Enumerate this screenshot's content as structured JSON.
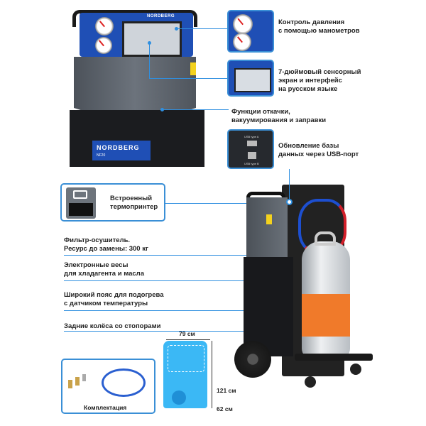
{
  "brand": "NORDBERG",
  "model_badge": "NF20",
  "features": {
    "pressure": {
      "line1": "Контроль давления",
      "line2": "с помощью манометров"
    },
    "screen": {
      "line1": "7-дюймовый сенсорный",
      "line2": "экран и интерфейс",
      "line3": "на русском языке"
    },
    "functions": {
      "line1": "Функции откачки,",
      "line2": "вакуумирования и заправки"
    },
    "usb": {
      "line1": "Обновление базы",
      "line2": "данных через USB-порт"
    },
    "printer": {
      "line1": "Встроенный",
      "line2": "термопринтер"
    },
    "filter": {
      "line1": "Фильтр-осушитель.",
      "line2": "Ресурс до замены: 300 кг"
    },
    "scales": {
      "line1": "Электронные весы",
      "line2": "для хладагента и масла"
    },
    "belt": {
      "line1": "Широкий пояс для подогрева",
      "line2": "с датчиком температуры"
    },
    "wheels": {
      "line1": "Задние колёса со стопорами"
    }
  },
  "usb_labels": {
    "a": "USB type A",
    "b": "USB type B"
  },
  "kit_label": "Комплектация",
  "dimensions": {
    "width": "79 см",
    "height": "121 см",
    "depth": "62 см"
  },
  "colors": {
    "accent": "#2f8fe0",
    "body": "#5b626b",
    "panel": "#1f4fb5",
    "cylinder_orange": "#f07a2a"
  }
}
